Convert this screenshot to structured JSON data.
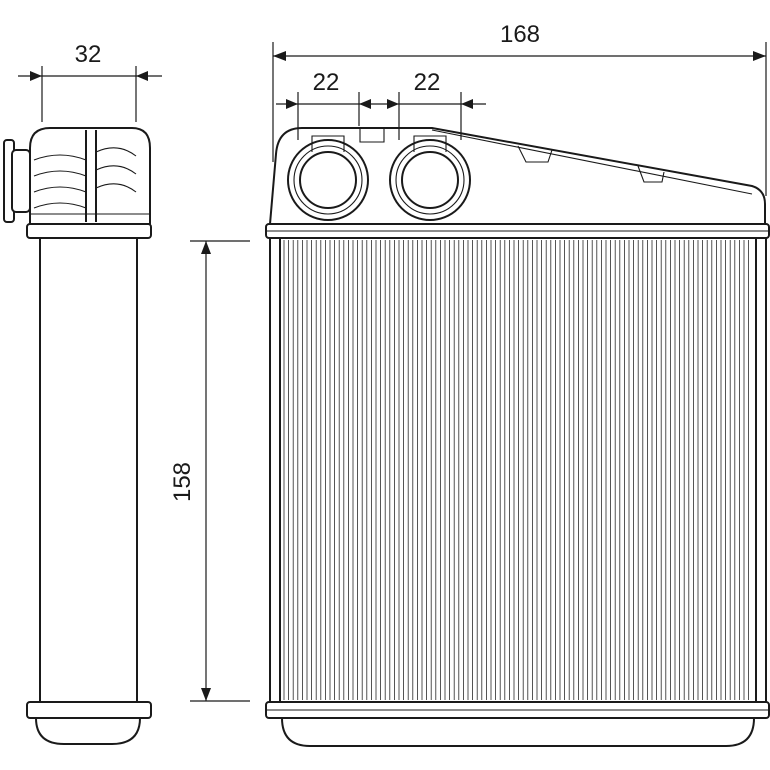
{
  "dimensions": {
    "side_depth": "32",
    "total_width": "168",
    "pipe_spacing_1": "22",
    "pipe_spacing_2": "22",
    "core_height": "158"
  },
  "colors": {
    "line": "#1a1a1a",
    "background": "#ffffff"
  }
}
